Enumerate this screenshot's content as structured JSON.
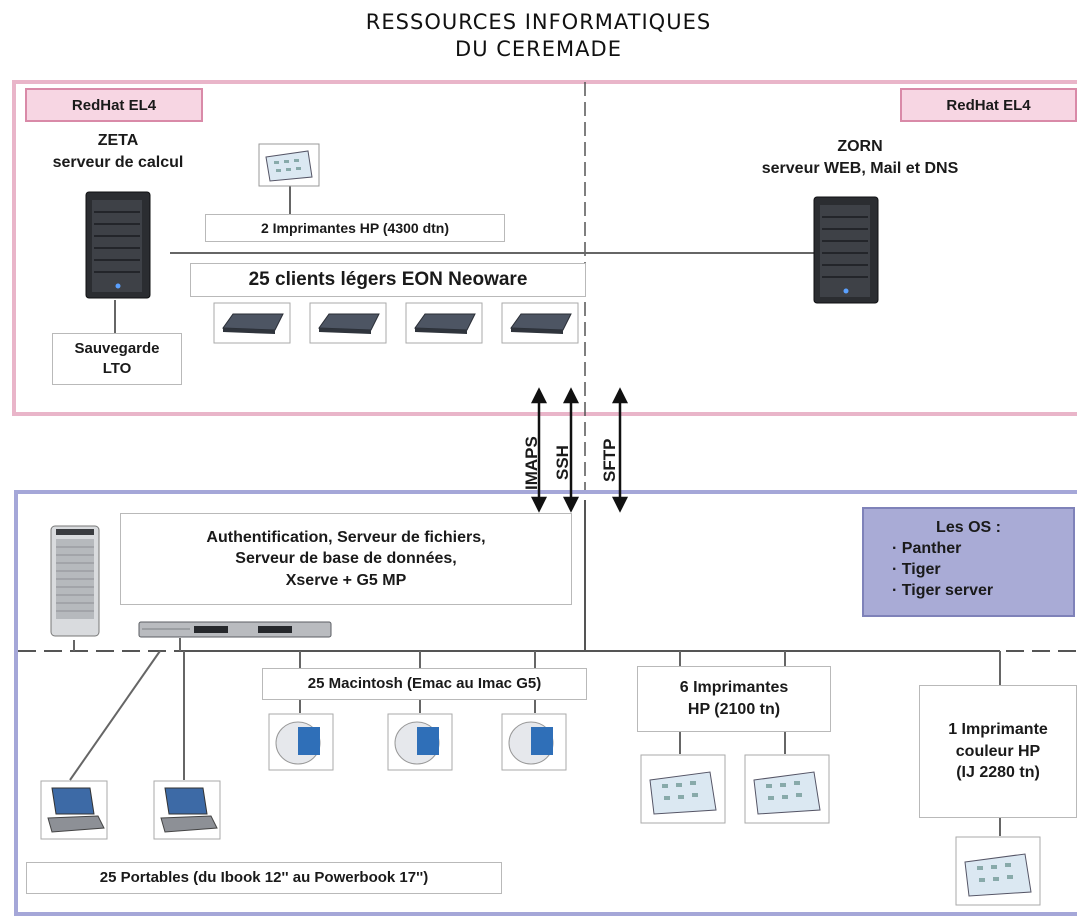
{
  "title": {
    "line1": "RESSOURCES INFORMATIQUES",
    "line2": "DU CEREMADE"
  },
  "top_zone": {
    "left_os": "RedHat EL4",
    "right_os": "RedHat EL4",
    "zeta": {
      "name": "ZETA",
      "role": "serveur de calcul"
    },
    "zorn": {
      "name": "ZORN",
      "role": "serveur WEB, Mail et DNS"
    },
    "printers": "2 Imprimantes HP (4300 dtn)",
    "thin_clients": "25 clients légers EON Neoware",
    "backup": {
      "line1": "Sauvegarde",
      "line2": "LTO"
    }
  },
  "protocols": [
    "IMAPS",
    "SSH",
    "SFTP"
  ],
  "bottom_zone": {
    "services": {
      "line1": "Authentification, Serveur de fichiers,",
      "line2": "Serveur de base de données,",
      "line3": "Xserve + G5 MP"
    },
    "os_box": {
      "title": "Les OS :",
      "items": [
        "Panther",
        "Tiger",
        "Tiger server"
      ]
    },
    "macs": "25 Macintosh (Emac au Imac G5)",
    "printers6": {
      "line1": "6 Imprimantes",
      "line2": "HP (2100 tn)"
    },
    "color_printer": {
      "line1": "1 Imprimante",
      "line2": "couleur HP",
      "line3": "(IJ 2280 tn)"
    },
    "laptops": "25 Portables (du Ibook 12'' au Powerbook 17'')"
  },
  "colors": {
    "red_zone": "#e9b5c9",
    "blue_zone": "#a5a7d8",
    "os_box": "#a9abd6"
  },
  "icons": {
    "server": "tower-server-icon",
    "printer": "printer-icon",
    "thin_client": "thin-client-icon",
    "mac": "emac-icon",
    "laptop": "laptop-icon",
    "rack": "xserve-rack-icon",
    "powermac": "powermac-g5-icon"
  }
}
